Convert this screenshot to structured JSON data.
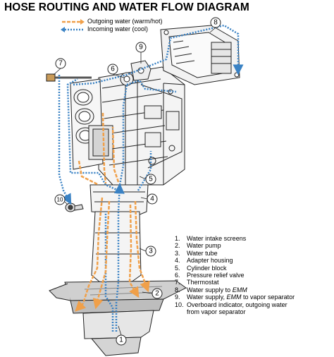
{
  "title": "HOSE ROUTING AND WATER FLOW DIAGRAM",
  "legend": {
    "outgoing": {
      "label": "Outgoing water (warm/hot)",
      "color": "#f0a04a"
    },
    "incoming": {
      "label": "Incoming water (cool)",
      "color": "#3a82c4"
    }
  },
  "callouts": [
    "1",
    "2",
    "3",
    "4",
    "5",
    "6",
    "7",
    "8",
    "9",
    "10"
  ],
  "parts": [
    {
      "num": "1.",
      "text": "Water intake screens"
    },
    {
      "num": "2.",
      "text": "Water pump"
    },
    {
      "num": "3.",
      "text": "Water tube"
    },
    {
      "num": "4.",
      "text": "Adapter housing"
    },
    {
      "num": "5.",
      "text": "Cylinder block"
    },
    {
      "num": "6.",
      "text": "Pressure relief valve"
    },
    {
      "num": "7.",
      "text": "Thermostat"
    },
    {
      "num": "8.",
      "text": "Water supply to ",
      "em": "EMM"
    },
    {
      "num": "9.",
      "text": "Water supply, ",
      "em": "EMM",
      "tail": " to vapor separator"
    },
    {
      "num": "10.",
      "text": "Overboard indicator, outgoing water"
    },
    {
      "num": "",
      "text": "from vapor separator"
    }
  ]
}
